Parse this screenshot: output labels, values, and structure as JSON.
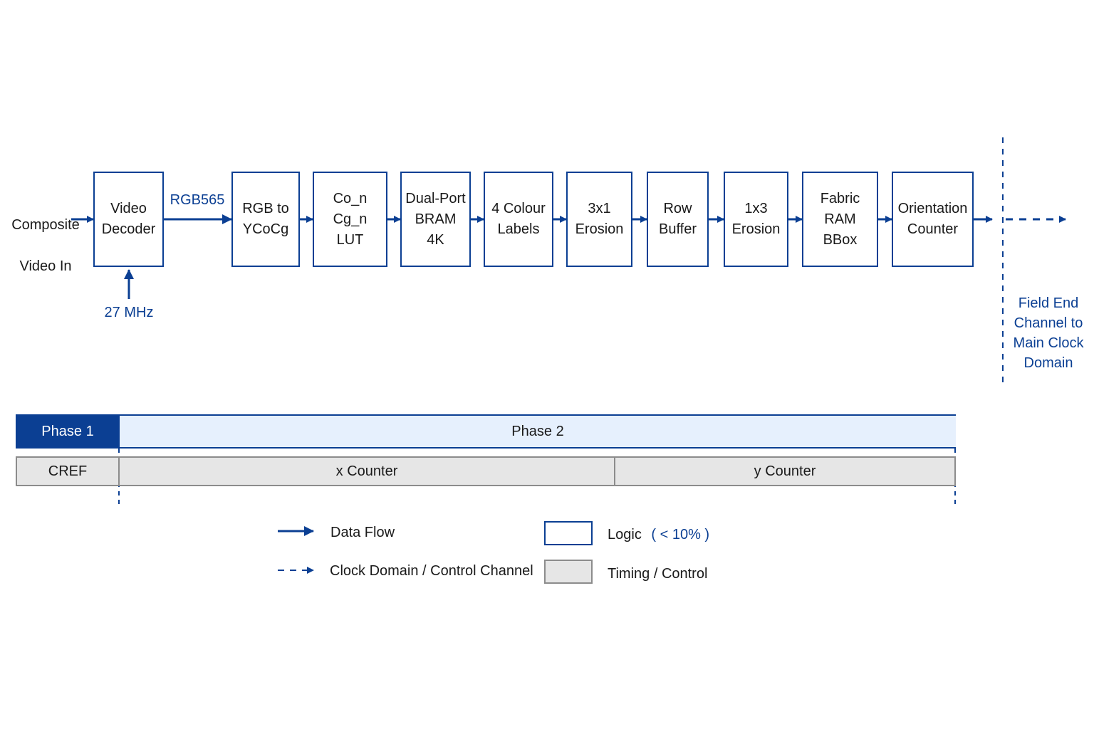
{
  "input": {
    "line1": "Composite",
    "line2": "Video In"
  },
  "blocks": [
    {
      "label": "Video\nDecoder"
    },
    {
      "label": "RGB to\nYCoCg"
    },
    {
      "label": "Co_n Cg_n\nLUT"
    },
    {
      "label": "Dual-Port\nBRAM\n4K"
    },
    {
      "label": "4 Colour\nLabels"
    },
    {
      "label": "3x1\nErosion"
    },
    {
      "label": "Row\nBuffer"
    },
    {
      "label": "1x3\nErosion"
    },
    {
      "label": "Fabric RAM\nBBox"
    },
    {
      "label": "Orientation\nCounter"
    }
  ],
  "signals": {
    "rgb": "RGB565",
    "clock": "27 MHz"
  },
  "field_end": "Field End\nChannel to\nMain Clock\nDomain",
  "phases": {
    "phase1": "Phase 1",
    "phase2": "Phase 2"
  },
  "timing": {
    "cref": "CREF",
    "x_counter": "x Counter",
    "y_counter": "y Counter"
  },
  "legend": {
    "data_flow": "Data Flow",
    "clock_domain": "Clock Domain / Control Channel",
    "logic": "Logic",
    "logic_note": "( < 10% )",
    "timing_control": "Timing / Control"
  },
  "colors": {
    "accent": "#0b3f93",
    "phase2_fill": "#e6f0fd",
    "timing_fill": "#e6e6e6"
  }
}
